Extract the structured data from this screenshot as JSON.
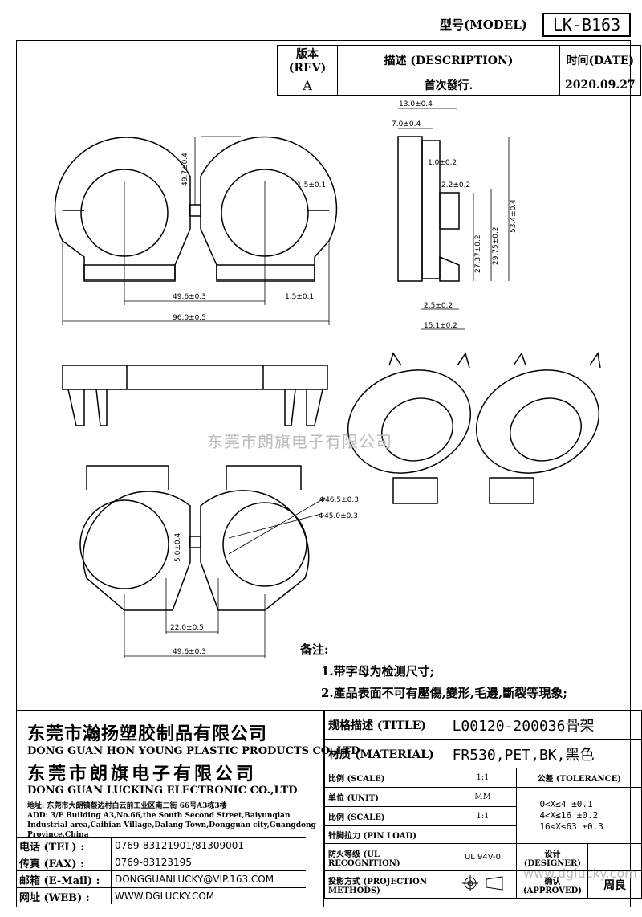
{
  "header": {
    "model_label": "型号(MODEL)",
    "model_value": "LK-B163"
  },
  "revision": {
    "headers": [
      "版本(REV)",
      "描述 (DESCRIPTION)",
      "时间(DATE)"
    ],
    "row": [
      "A",
      "首次發行.",
      "2020.09.27"
    ]
  },
  "dimensions": {
    "top_view": [
      "49.7±0.4",
      "1.5±0.1",
      "49.6±0.3",
      "1.5±0.1",
      "96.0±0.5"
    ],
    "side_view": [
      "13.0±0.4",
      "7.0±0.4",
      "1.0±0.2",
      "2.2±0.2",
      "53.4±0.4",
      "29.75±0.2",
      "27.37±0.2",
      "2.5±0.2",
      "15.1±0.2"
    ],
    "bottom_view": [
      "Φ46.5±0.3",
      "Φ45.0±0.3",
      "5.0±0.4",
      "22.0±0.5",
      "49.6±0.3"
    ]
  },
  "watermark": "东莞市朗旗电子有限公司",
  "watermark_url": "www.dglucky.com",
  "notes": {
    "title": "备注:",
    "items": [
      "1.带字母为检测尺寸;",
      "2.產品表面不可有壓傷,變形,毛邊,斷裂等現象;"
    ]
  },
  "company": {
    "name1_cn": "东莞市瀚扬塑胶制品有限公司",
    "name1_en": "DONG GUAN HON YOUNG PLASTIC PRODUCTS CO.,LTD",
    "name2_cn": "东莞市朗旗电子有限公司",
    "name2_en": "DONG GUAN LUCKING ELECTRONIC CO.,LTD",
    "address_cn": "地址: 东莞市大朗镇蔡边村白云前工业区南二街 66号A3栋3楼",
    "address_en": "ADD: 3/F Building A3,No.66,the South Second Street,Baiyunqian Industrial area,Caibian Village,Dalang Town,Dongguan city,Guangdong Province,China"
  },
  "contact": [
    {
      "label": "电话 (TEL) :",
      "value": "0769-83121901/81309001"
    },
    {
      "label": "传真 (FAX) :",
      "value": "0769-83123195"
    },
    {
      "label": "邮箱 (E-Mail) :",
      "value": "DONGGUANLUCKY@VIP.163.COM"
    },
    {
      "label": "网址 (WEB) :",
      "value": "WWW.DGLUCKY.COM"
    }
  ],
  "spec": {
    "title_label": "规格描述 (TITLE)",
    "title_value": "L00120-200036骨架",
    "material_label": "材质 (MATERIAL)",
    "material_value": "FR530,PET,BK,黑色",
    "scale_label": "比例 (SCALE)",
    "scale_value": "1:1",
    "unit_label": "单位 (UNIT)",
    "unit_value": "MM",
    "scale2_label": "比例 (SCALE)",
    "scale2_value": "1:1",
    "pin_label": "针脚拉力 (PIN LOAD)",
    "pin_value": "",
    "ul_label": "防火等级 (UL RECOGNITION)",
    "ul_value": "UL 94V-0",
    "proj_label": "投影方式 (PROJECTION METHODS)",
    "tolerance_label": "公差 (TOLERANCE)",
    "tolerance": [
      "0<X≤4   ±0.1",
      "4<X≤16   ±0.2",
      "16<X≤63   ±0.3"
    ],
    "designer_label": "设计 (DESIGNER)",
    "designer_value": "",
    "approved_label": "确认 (APPROVED)",
    "approved_value": "周良"
  }
}
